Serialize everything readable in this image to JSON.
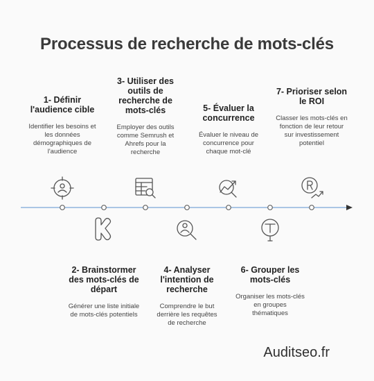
{
  "title": "Processus de recherche de mots-clés",
  "steps": [
    {
      "title": "1- Définir l'audience cible",
      "desc": "Identifier les besoins et les données démographiques de l'audience",
      "icon": "target-person-icon"
    },
    {
      "title": "2- Brainstormer des mots-clés de départ",
      "desc": "Générer une liste initiale de mots-clés potentiels",
      "icon": "kickstarter-k-icon"
    },
    {
      "title": "3- Utiliser des outils de recherche de mots-clés",
      "desc": "Employer des outils comme Semrush et Ahrefs pour la recherche",
      "icon": "table-search-icon"
    },
    {
      "title": "4- Analyser l'intention de recherche",
      "desc": "Comprendre le but derrière les requêtes de recherche",
      "icon": "person-search-icon"
    },
    {
      "title": "5- Évaluer la concurrence",
      "desc": "Évaluer le niveau de concurrence pour chaque mot-clé",
      "icon": "trend-search-icon"
    },
    {
      "title": "6- Grouper les mots-clés",
      "desc": "Organiser les mots-clés en groupes thématiques",
      "icon": "typography-icon"
    },
    {
      "title": "7- Prioriser selon le ROI",
      "desc": "Classer les mots-clés en fonction de leur retour sur investissement potentiel",
      "icon": "registered-growth-icon"
    }
  ],
  "brand": "Auditseo.fr",
  "colors": {
    "timeline": "#8fb3dc",
    "arrow": "#333333",
    "icon": "#555555"
  }
}
